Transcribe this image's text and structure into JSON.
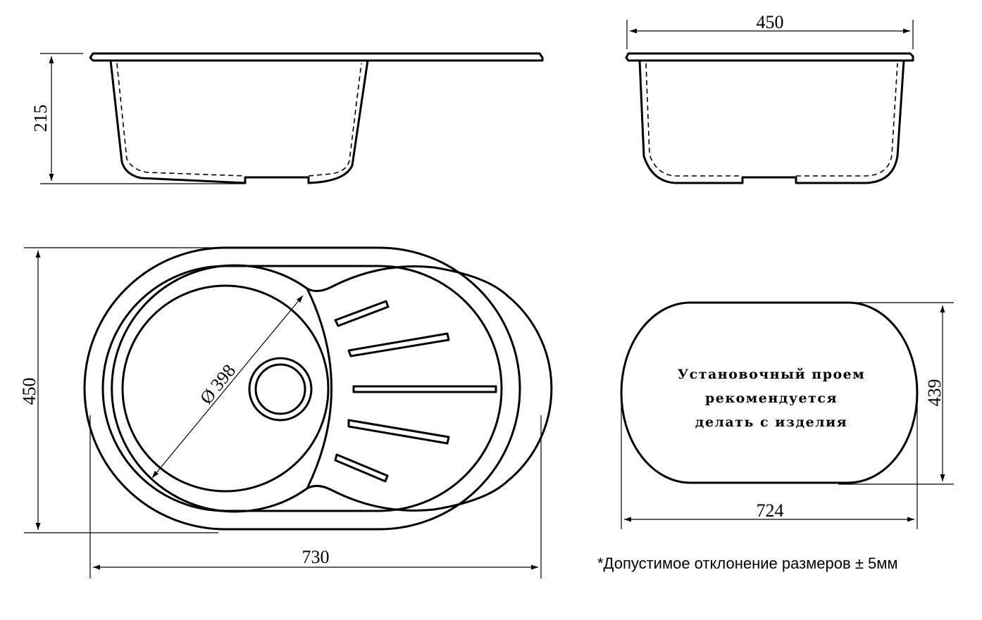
{
  "dimensions": {
    "side_height": "215",
    "front_width": "450",
    "top_height": "450",
    "top_width": "730",
    "bowl_diameter": "398",
    "cutout_height": "439",
    "cutout_width": "724"
  },
  "cutout_text": {
    "line1": "Установочный проем",
    "line2": "рекомендуется",
    "line3": "делать с изделия"
  },
  "note": "*Допустимое отклонение размеров ± 5мм",
  "diameter_symbol": "Ø"
}
